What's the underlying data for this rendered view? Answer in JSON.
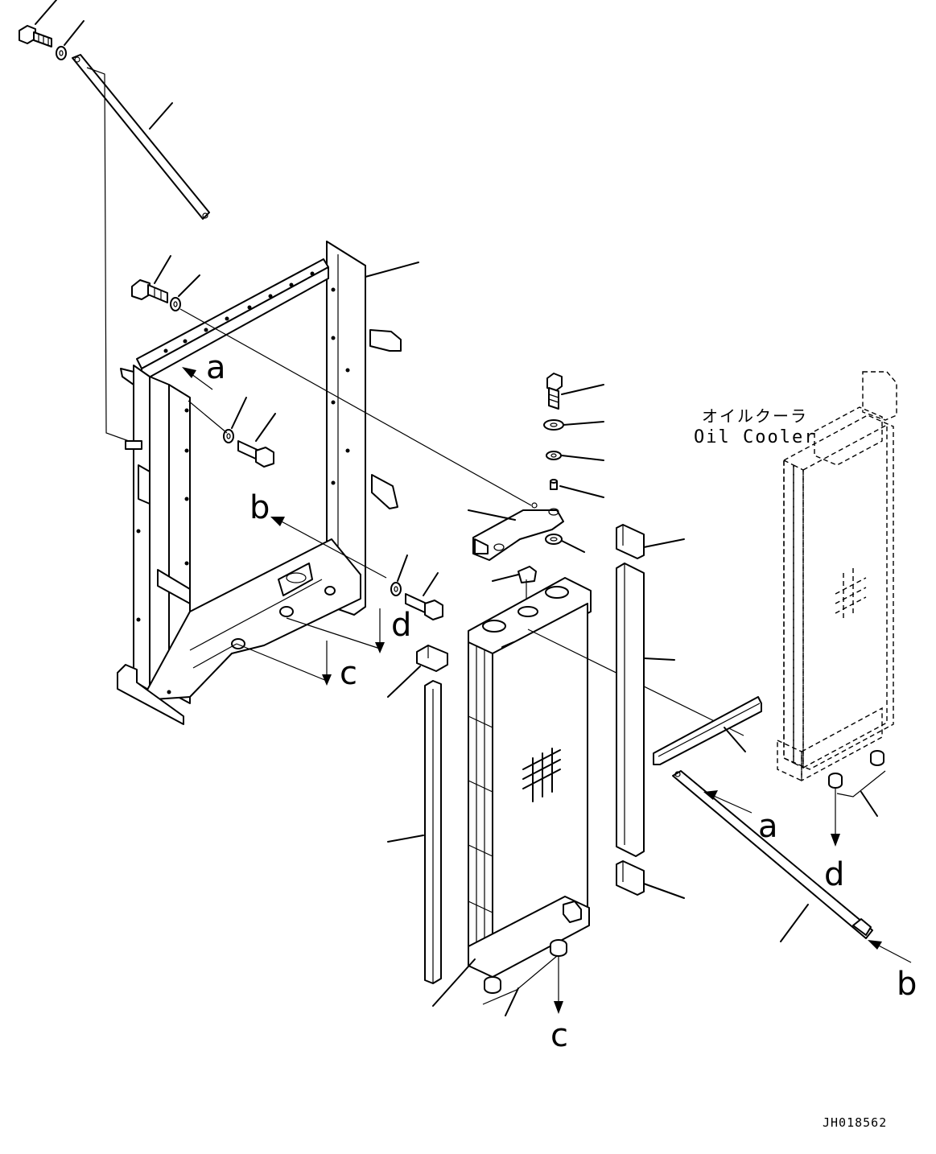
{
  "refs": {
    "a": "a",
    "b": "b",
    "c": "c",
    "d": "d"
  },
  "oil_cooler": {
    "label_jp": "オイルクーラ",
    "label_en": "Oil Cooler"
  },
  "drawing_code": "JH018562"
}
